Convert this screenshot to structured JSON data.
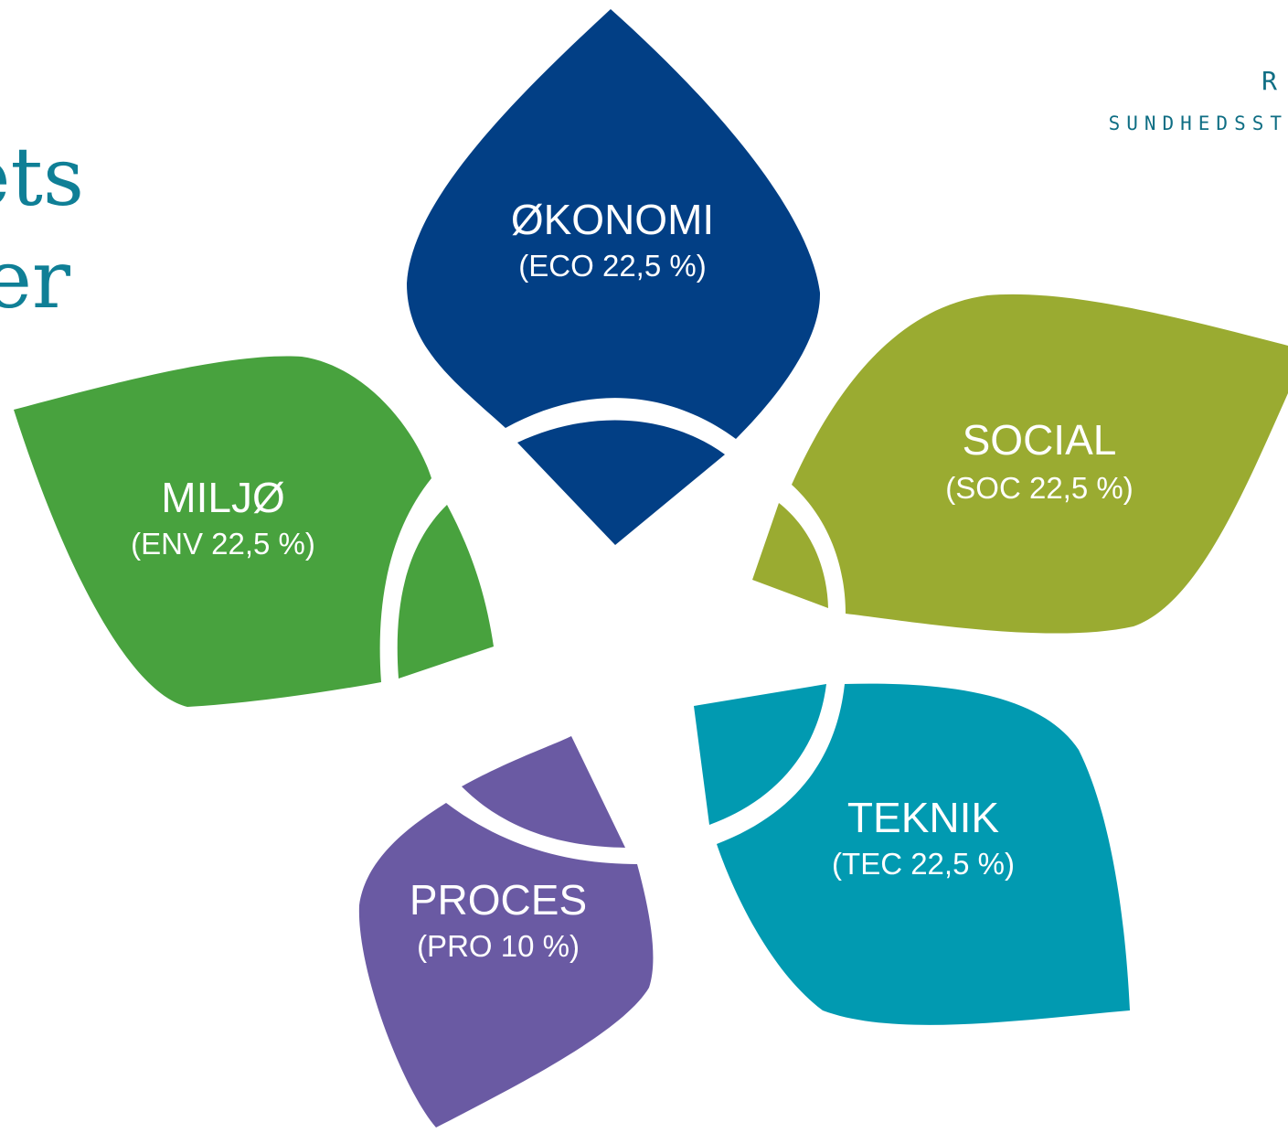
{
  "title": {
    "line1": "ets",
    "line2": "er"
  },
  "brand": {
    "line1": "R",
    "line2": "SUNDHEDSST"
  },
  "petals": [
    {
      "key": "okonomi",
      "label": "ØKONOMI",
      "sub": "(ECO 22,5 %)",
      "color": "#023f85"
    },
    {
      "key": "social",
      "label": "SOCIAL",
      "sub": "(SOC 22,5 %)",
      "color": "#9aab31"
    },
    {
      "key": "teknik",
      "label": "TEKNIK",
      "sub": "(TEC 22,5 %)",
      "color": "#019ab1"
    },
    {
      "key": "proces",
      "label": "PROCES",
      "sub": "(PRO 10 %)",
      "color": "#6a5aa3"
    },
    {
      "key": "miljo",
      "label": "MILJØ",
      "sub": "(ENV 22,5 %)",
      "color": "#48a23e"
    }
  ],
  "weights": {
    "okonomi": 22.5,
    "social": 22.5,
    "teknik": 22.5,
    "proces": 10,
    "miljo": 22.5
  },
  "background_color": "#ffffff",
  "title_color": "#0f7f96",
  "brand_color": "#0f6e84"
}
